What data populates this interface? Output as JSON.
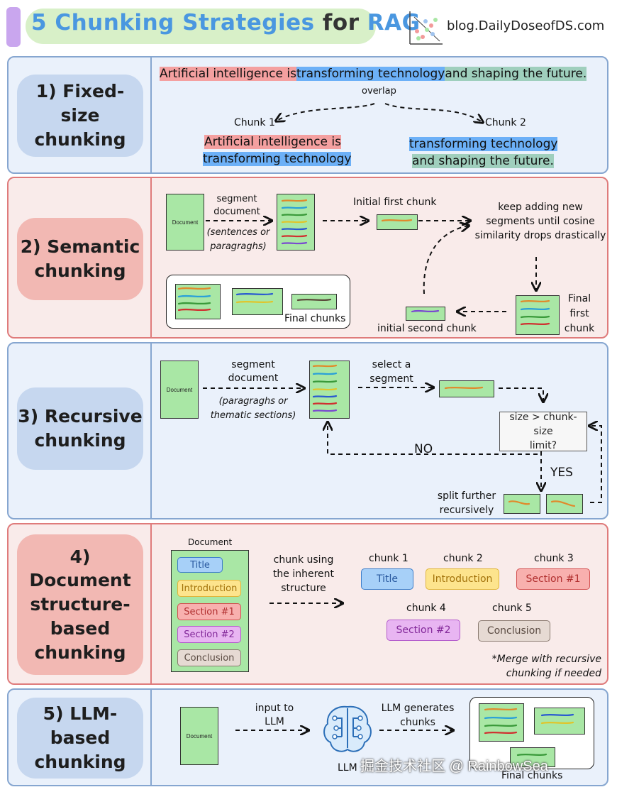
{
  "header": {
    "title_part1": "5 Chunking Strategies",
    "title_part2": "for",
    "title_part3": "RAG",
    "blog": "blog.DailyDoseofDS.com"
  },
  "colors": {
    "blue_accent": "#4a97e0",
    "green_doc": "#a9e7a5",
    "red_border": "#df7b7b",
    "blue_border": "#86a6d0"
  },
  "s1": {
    "label": "1) Fixed-size\nchunking",
    "sent_a": "Artificial intelligence is",
    "sent_b": "transforming technology",
    "sent_c": "and shaping the future.",
    "overlap": "overlap",
    "chunk1": "Chunk 1",
    "chunk2": "Chunk 2",
    "c1_l1": "Artificial intelligence is",
    "c1_l2": "transforming technology",
    "c2_l1": "transforming technology",
    "c2_l2": "and shaping the future."
  },
  "s2": {
    "label": "2) Semantic\nchunking",
    "doc": "Document",
    "seg1": "segment",
    "seg2": "document",
    "seg3": "(sentences or",
    "seg4": "paragraghs)",
    "initial_first": "Initial first chunk",
    "keep1": "keep adding new",
    "keep2": "segments until cosine",
    "keep3": "similarity drops drastically",
    "final_first1": "Final",
    "final_first2": "first",
    "final_first3": "chunk",
    "initial_second": "initial second chunk",
    "final_chunks": "Final chunks"
  },
  "s3": {
    "label": "3) Recursive\nchunking",
    "doc": "Document",
    "seg1": "segment",
    "seg2": "document",
    "seg3": "(paragraghs or",
    "seg4": "thematic sections)",
    "select1": "select a",
    "select2": "segment",
    "decision1": "size > chunk-size",
    "decision2": "limit?",
    "no": "NO",
    "yes": "YES",
    "split1": "split further",
    "split2": "recursively"
  },
  "s4": {
    "label": "4) Document\nstructure-\nbased\nchunking",
    "doc_title": "Document",
    "items": [
      "Title",
      "Introduction",
      "Section #1",
      "Section #2",
      "Conclusion"
    ],
    "using1": "chunk using",
    "using2": "the inherent",
    "using3": "structure",
    "chunks": [
      "chunk 1",
      "chunk 2",
      "chunk 3",
      "chunk 4",
      "chunk 5"
    ],
    "merge1": "*Merge with recursive",
    "merge2": "chunking if needed"
  },
  "s5": {
    "label": "5) LLM-based\nchunking",
    "doc": "Document",
    "input1": "input to",
    "input2": "LLM",
    "llm": "LLM",
    "gen1": "LLM generates",
    "gen2": "chunks",
    "final_chunks": "Final chunks"
  },
  "watermark": "掘金技术社区 @ RainbowSea"
}
